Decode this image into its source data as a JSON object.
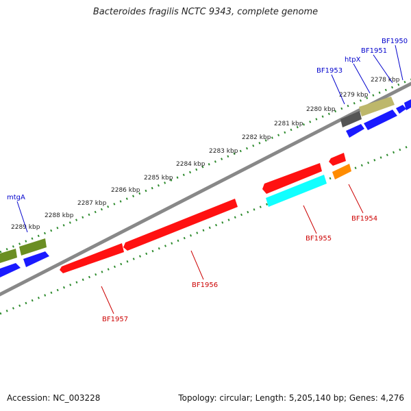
{
  "title": "Bacteroides fragilis NCTC 9343, complete genome",
  "footer": {
    "accession": "Accession: NC_003228",
    "summary": "Topology: circular; Length: 5,205,140 bp; Genes: 4,276"
  },
  "kbp_labels": [
    "2278 kbp",
    "2279 kbp",
    "2280 kbp",
    "2281 kbp",
    "2282 kbp",
    "2283 kbp",
    "2284 kbp",
    "2285 kbp",
    "2286 kbp",
    "2287 kbp",
    "2288 kbp",
    "2289 kbp"
  ],
  "gene_labels": {
    "bf1950": "BF1950",
    "bf1951": "BF1951",
    "htpx": "htpX",
    "bf1953": "BF1953",
    "mtga": "mtgA",
    "bf1954": "BF1954",
    "bf1955": "BF1955",
    "bf1956": "BF1956",
    "bf1957": "BF1957"
  },
  "colors": {
    "backbone": "#777777",
    "ticks": "#2e8b2e",
    "forward_label": "#0000cc",
    "reverse_label": "#cc0000",
    "red": "#ff1111",
    "blue": "#1a1aff",
    "olive": "#6b8e23",
    "khaki": "#bdb76b",
    "gray": "#555555",
    "cyan": "#11ffff",
    "orange": "#ff8c00"
  }
}
